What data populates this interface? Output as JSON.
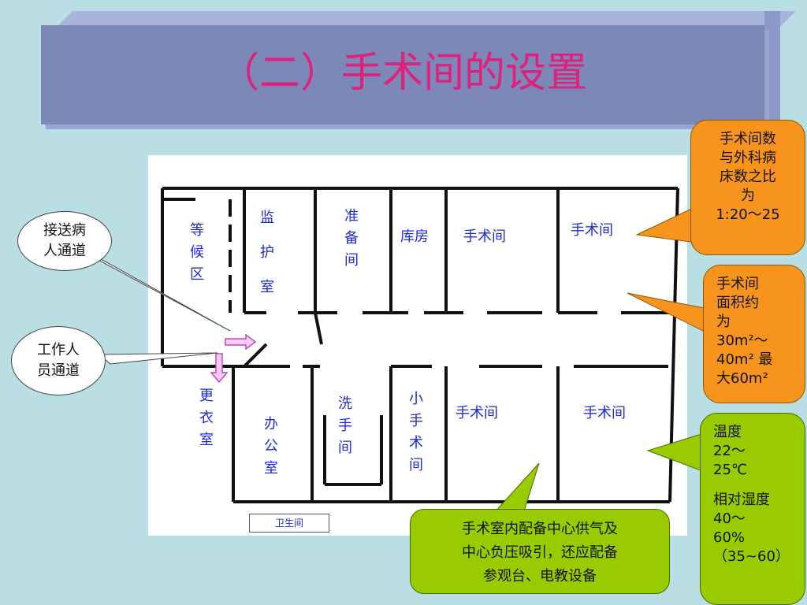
{
  "title": "（二）手术间的设置",
  "rooms": {
    "waiting": "等候区",
    "monitor": [
      "监",
      "护",
      "室"
    ],
    "prep": "准备间",
    "storage": "库房",
    "or1": "手术间",
    "or2": "手术间",
    "changing": "更衣室",
    "office": "办公室",
    "wash": "洗手间",
    "small_or": "小手术间",
    "or3": "手术间",
    "or4": "手术间",
    "bathroom": "卫生间"
  },
  "bubbles": {
    "patient_channel": [
      "接送病",
      "人通道"
    ],
    "staff_channel": [
      "工作人",
      "员通道"
    ]
  },
  "callouts": {
    "ratio": [
      "手术间数",
      "与外科病",
      "床数之比",
      "为",
      "1:20～25"
    ],
    "area": [
      "手术间",
      "面积约",
      "为",
      "30m²～",
      "40m²  最",
      "大60m²"
    ],
    "temperature": [
      "温度",
      "22～",
      "25℃",
      "相对湿度",
      "40～",
      "60%",
      "（35~60）"
    ],
    "equipment": [
      "手术室内配备中心供气及",
      "中心负压吸引，还应配备",
      "参观台、电教设备"
    ]
  },
  "colors": {
    "title": "#e0217b",
    "title_bg": "#7b88b8",
    "background": "#b9dfe4",
    "room_label": "#1f2bd0",
    "callout_orange": "#f7941d",
    "callout_green": "#99cc00",
    "arrow": "#e8a0e8"
  }
}
